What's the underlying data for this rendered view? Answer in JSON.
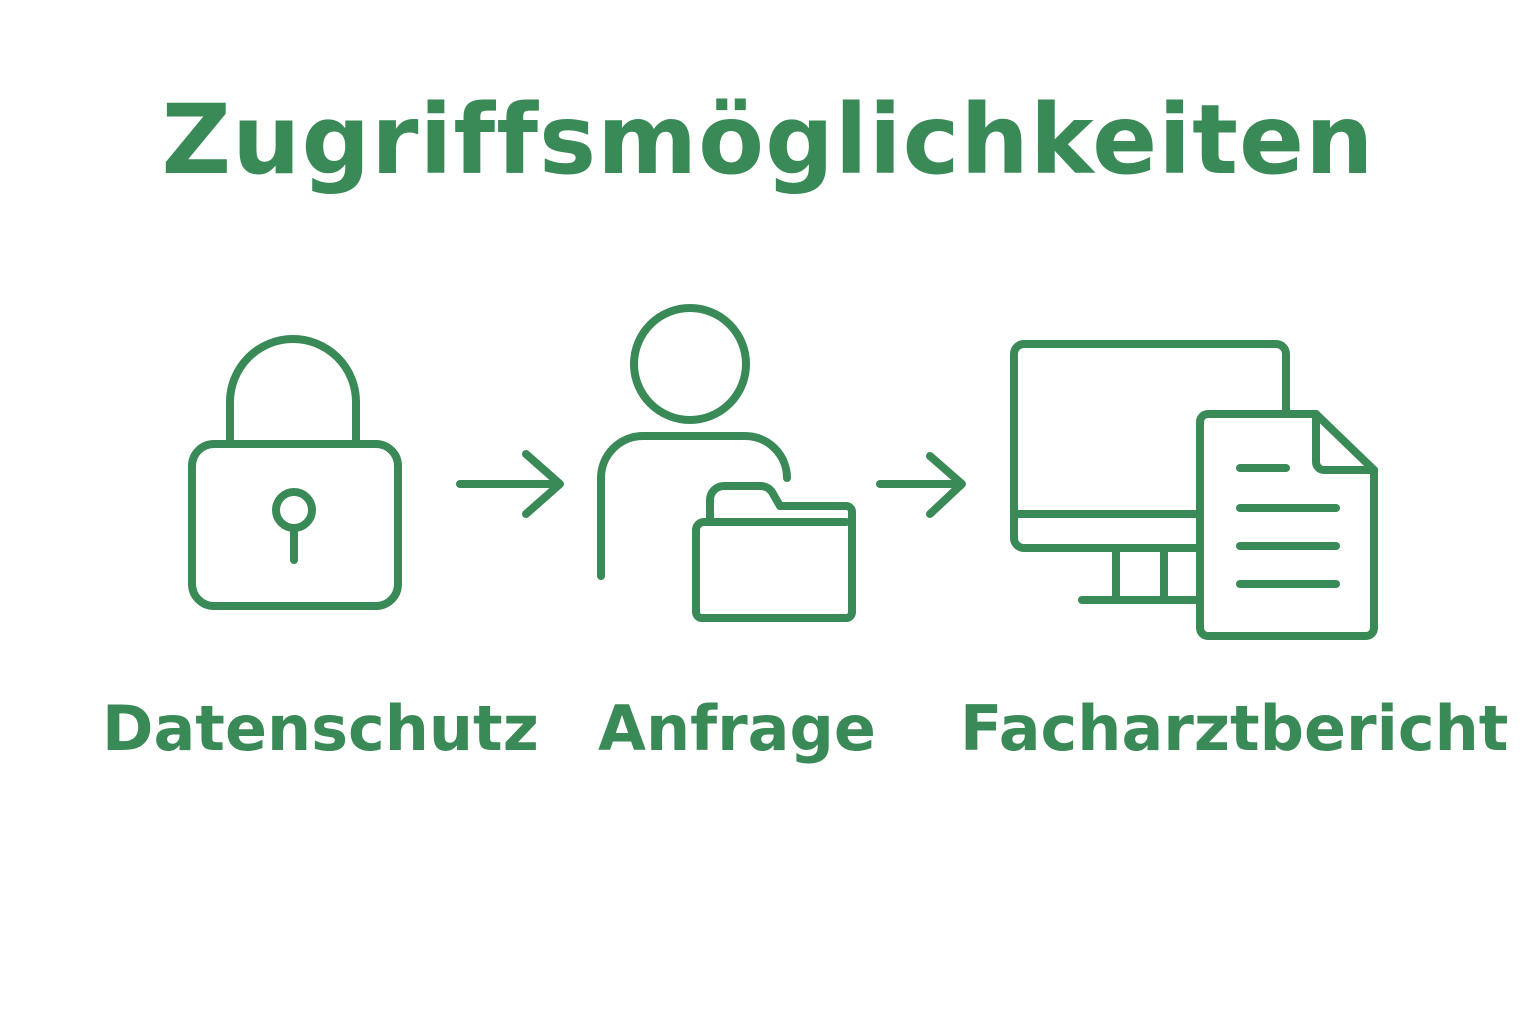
{
  "colors": {
    "accent": "#3a8a58",
    "background": "#ffffff"
  },
  "title": "Zugriffsmöglichkeiten",
  "steps": [
    {
      "label": "Datenschutz",
      "icon": "lock-icon"
    },
    {
      "label": "Anfrage",
      "icon": "person-with-folder-icon"
    },
    {
      "label": "Facharztbericht",
      "icon": "monitor-with-document-icon"
    }
  ],
  "connectors": [
    {
      "from": "Datenschutz",
      "to": "Anfrage",
      "icon": "arrow-right-icon"
    },
    {
      "from": "Anfrage",
      "to": "Facharztbericht",
      "icon": "arrow-right-icon"
    }
  ]
}
